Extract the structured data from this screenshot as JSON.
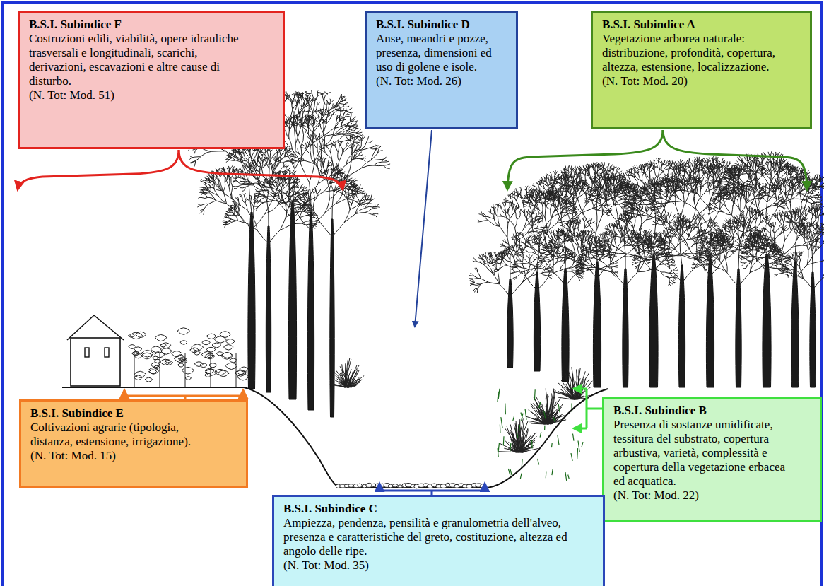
{
  "diagram": {
    "nodes": [
      {
        "text": [
          "B.S.I. Subindice F",
          "Costruzioni edili, viabilità, opere idrauliche trasversali e longitudinali, scarichi, derivazioni, escavazioni e altre cause di disturbo.",
          "(N. Tot: Mod. 51)"
        ]
      },
      {
        "text": [
          "B.S.I. Subindice D",
          "Anse, meandri e pozze, presenza, dimensioni ed uso di golene e isole.",
          "(N. Tot: Mod. 26)"
        ]
      },
      {
        "text": [
          "B.S.I. Subindice A",
          "Vegetazione arborea naturale: distribuzione, profondità, copertura, altezza, estensione, localizzazione.",
          "(N. Tot: Mod. 20)"
        ]
      },
      {
        "text": [
          "B.S.I. Subindice E",
          "Coltivazioni agrarie (tipologia, distanza, estensione, irrigazione).",
          "(N. Tot: Mod. 15)"
        ]
      },
      {
        "text": [
          "B.S.I. Subindice B",
          "Presenza di sostanze umidificate, tessitura del substrato, copertura arbustiva, varietà, complessità e copertura della vegetazione erbacea ed acquatica.",
          "(N. Tot: Mod. 22)"
        ]
      },
      {
        "text": [
          "B.S.I. Subindice C",
          "Ampiezza, pendenza, pensilità e granulometria dell'alveo, presenza e caratteristiche del greto, costituzione, altezza ed angolo delle ripe.",
          "(N. Tot: Mod. 35)"
        ]
      }
    ]
  }
}
